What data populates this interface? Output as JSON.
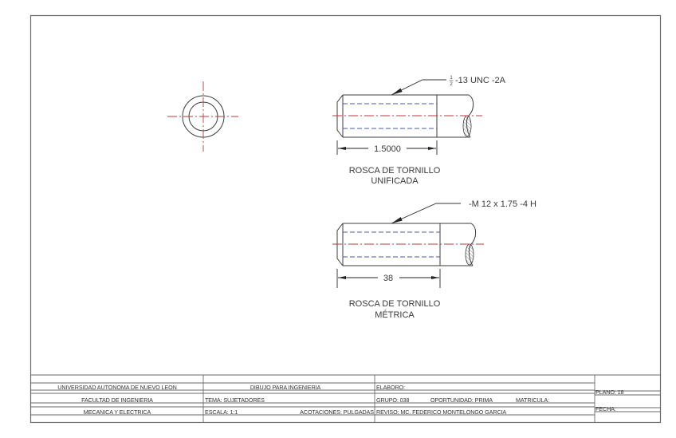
{
  "drawing": {
    "end_view": {
      "label": "end-view-circles"
    },
    "unified_thread": {
      "callout": "-13 UNC -2A",
      "callout_fraction_num": "1",
      "callout_fraction_den": "2",
      "dimension": "1.5000",
      "caption_line1": "ROSCA DE TORNILLO",
      "caption_line2": "UNIFICADA"
    },
    "metric_thread": {
      "callout": "-M 12 x 1.75 -4 H",
      "dimension": "38",
      "caption_line1": "ROSCA DE TORNILLO",
      "caption_line2": "MÉTRICA"
    }
  },
  "title_block": {
    "university": "UNIVERSIDAD AUTONOMA DE NUEVO LEON",
    "faculty": "FACULTAD DE INGENIERIA",
    "department": "MECANICA Y ELECTRICA",
    "course": "DIBUJO PARA INGENIERIA",
    "topic": "TEMA: SUJETADORES",
    "scale": "ESCALA: 1:1",
    "units": "ACOTACIONES: PULGADAS",
    "made_by": "ELABORO:",
    "group": "GRUPO: 038",
    "opportunity": "OPORTUNIDAD: PRIMA",
    "student_id": "MATRICULA:",
    "reviewed_by": "REVISO: MC. FEDERICO MONTELONGO GARCIA",
    "sheet": "PLANO: 18",
    "date": "FECHA:"
  },
  "colors": {
    "centerline": "#c0393b",
    "hidden_line": "#4a5aa8",
    "object_line": "#3c3c3c",
    "frame": "#6a6a6a"
  }
}
